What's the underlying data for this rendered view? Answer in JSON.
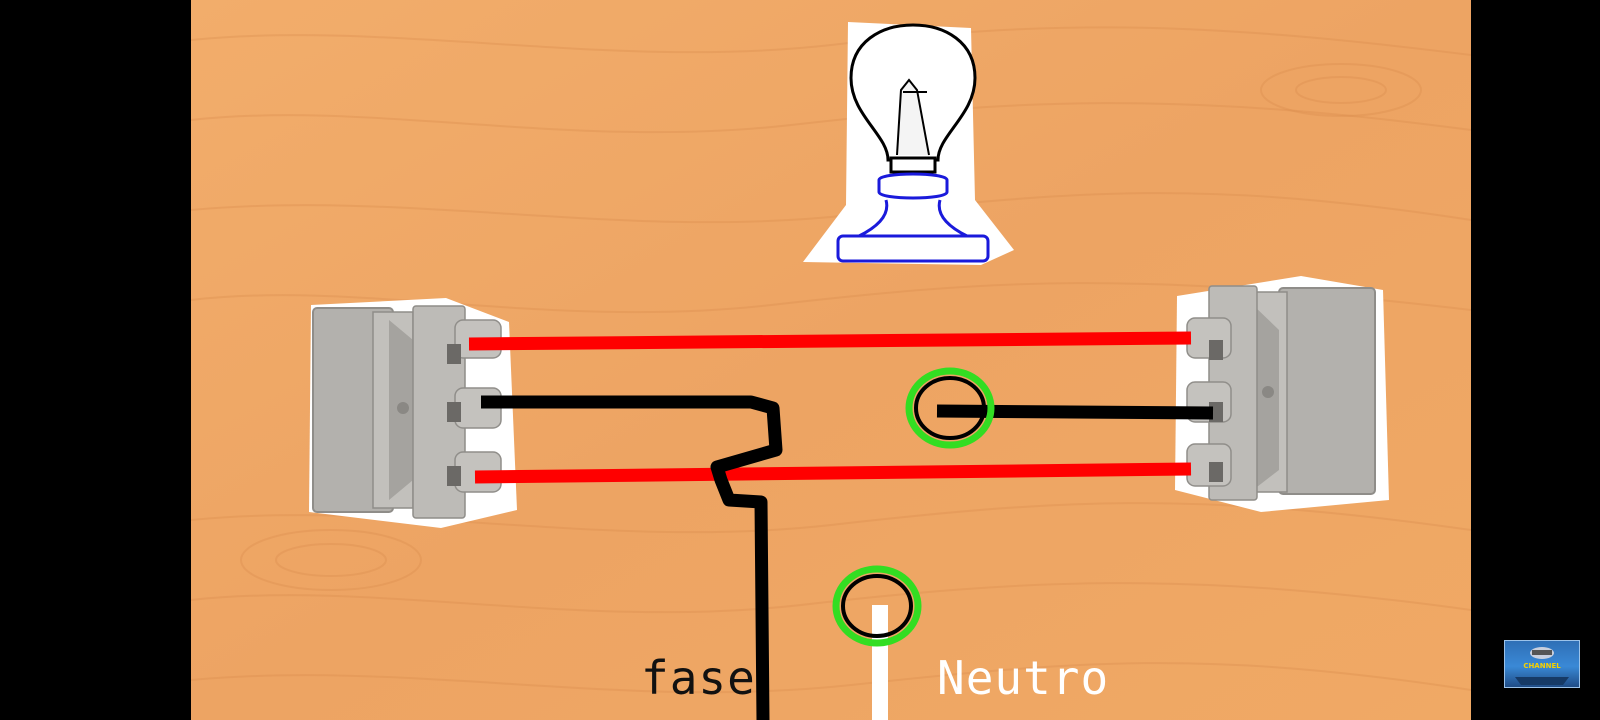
{
  "labels": {
    "phase": "fase",
    "neutral": "Neutro"
  },
  "logo": {
    "text": "CHANNEL"
  },
  "colors": {
    "background": "#efa866",
    "wire_red": "#ff0000",
    "wire_black": "#000000",
    "wire_neutral": "#ffffff",
    "highlight_circle": "#33dd22",
    "lamp_socket": "#1a1adb",
    "switch_body": "#b3b1ad"
  },
  "icons": [
    "lamp-icon",
    "switch-icon",
    "channel-logo"
  ]
}
